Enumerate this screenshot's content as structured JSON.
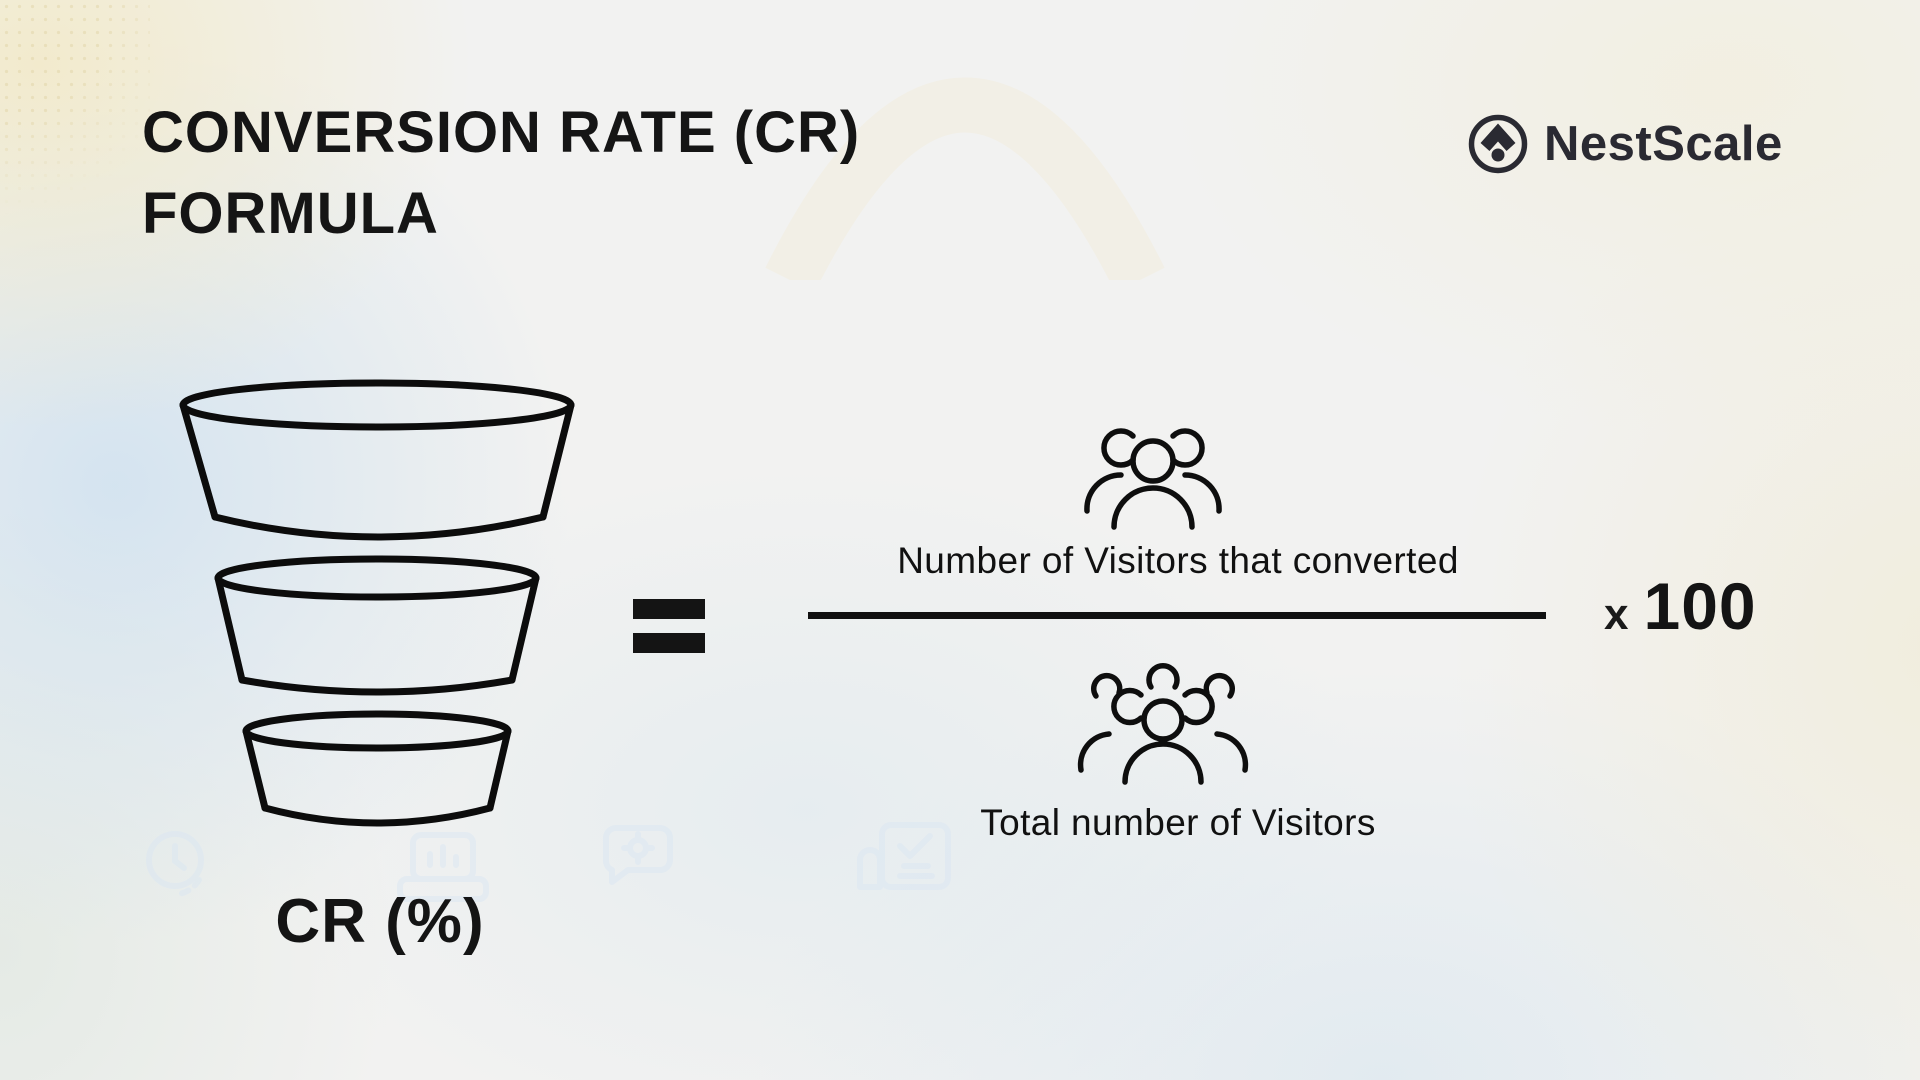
{
  "colors": {
    "background_base": "#f2f2f1",
    "ink": "#141414",
    "brand_ink": "#2a2a32",
    "watermark_blue": "#dce7f2",
    "watermark_cream": "#efe7c9"
  },
  "header": {
    "title_line1": "CONVERSION RATE (CR)",
    "title_line2": "FORMULA"
  },
  "brand": {
    "name": "NestScale",
    "logo_icon": "circle-arrow-up-dot"
  },
  "funnel": {
    "label": "CR (%)",
    "segment_count": 3,
    "style": "three stacked outlined funnel bowls, widest on top"
  },
  "formula": {
    "equals_sign": "=",
    "numerator_label": "Number of Visitors that converted",
    "numerator_icon": "group-of-three-people",
    "denominator_label": "Total number of Visitors",
    "denominator_icon": "crowd-of-people",
    "multiplier_sign": "x",
    "multiplier_value": "100"
  },
  "watermarks": {
    "icons": [
      "clock-icon",
      "terminal-chart-icon",
      "chat-gear-icon",
      "document-check-icon"
    ],
    "corner_pattern": "halftone-dots",
    "arch": "faint-cream-arch"
  }
}
